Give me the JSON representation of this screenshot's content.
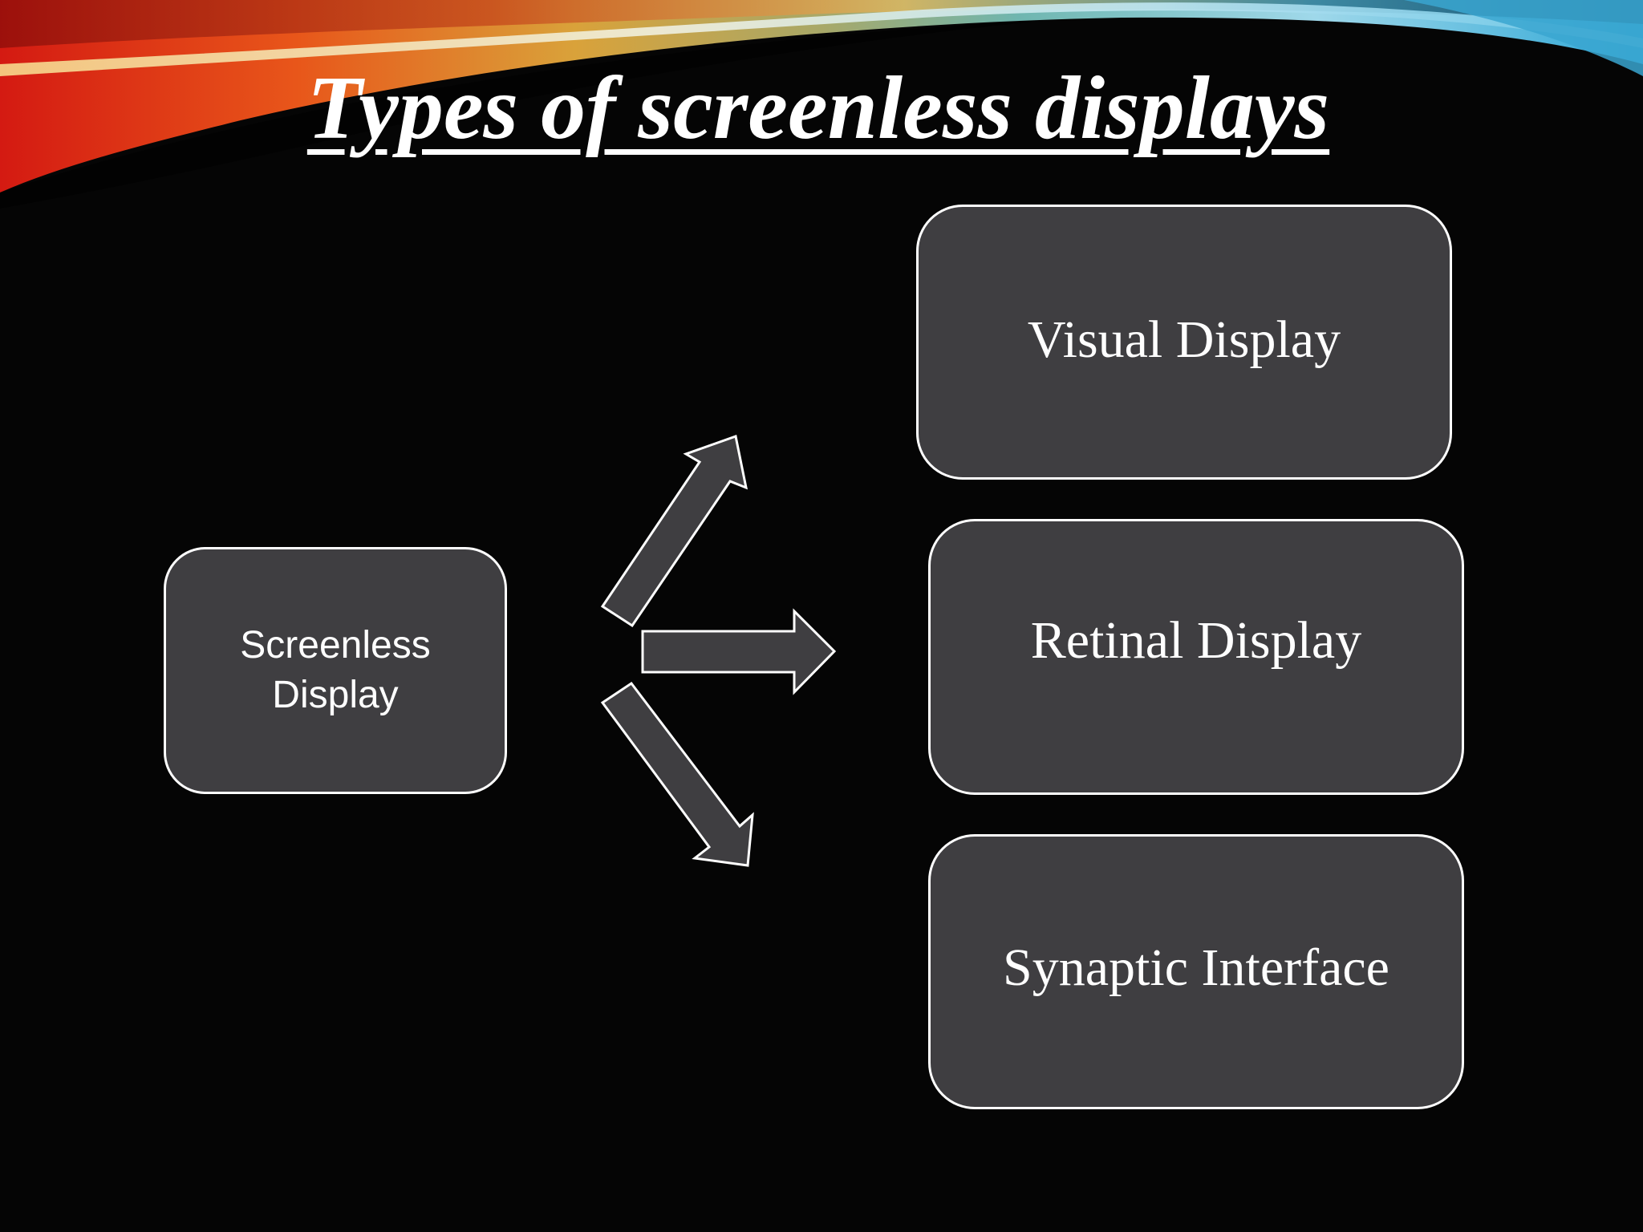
{
  "slide": {
    "title": "Types of screenless displays"
  },
  "diagram": {
    "source": {
      "line1": "Screenless",
      "line2": "Display"
    },
    "targets": [
      {
        "label": "Visual Display"
      },
      {
        "label": "Retinal Display"
      },
      {
        "label": "Synaptic Interface"
      }
    ]
  },
  "colors": {
    "background": "#050505",
    "box_fill": "#3f3e41",
    "outline": "#ffffff",
    "text": "#ffffff"
  },
  "icons": [
    "arrow-up-right-icon",
    "arrow-right-icon",
    "arrow-down-right-icon"
  ]
}
